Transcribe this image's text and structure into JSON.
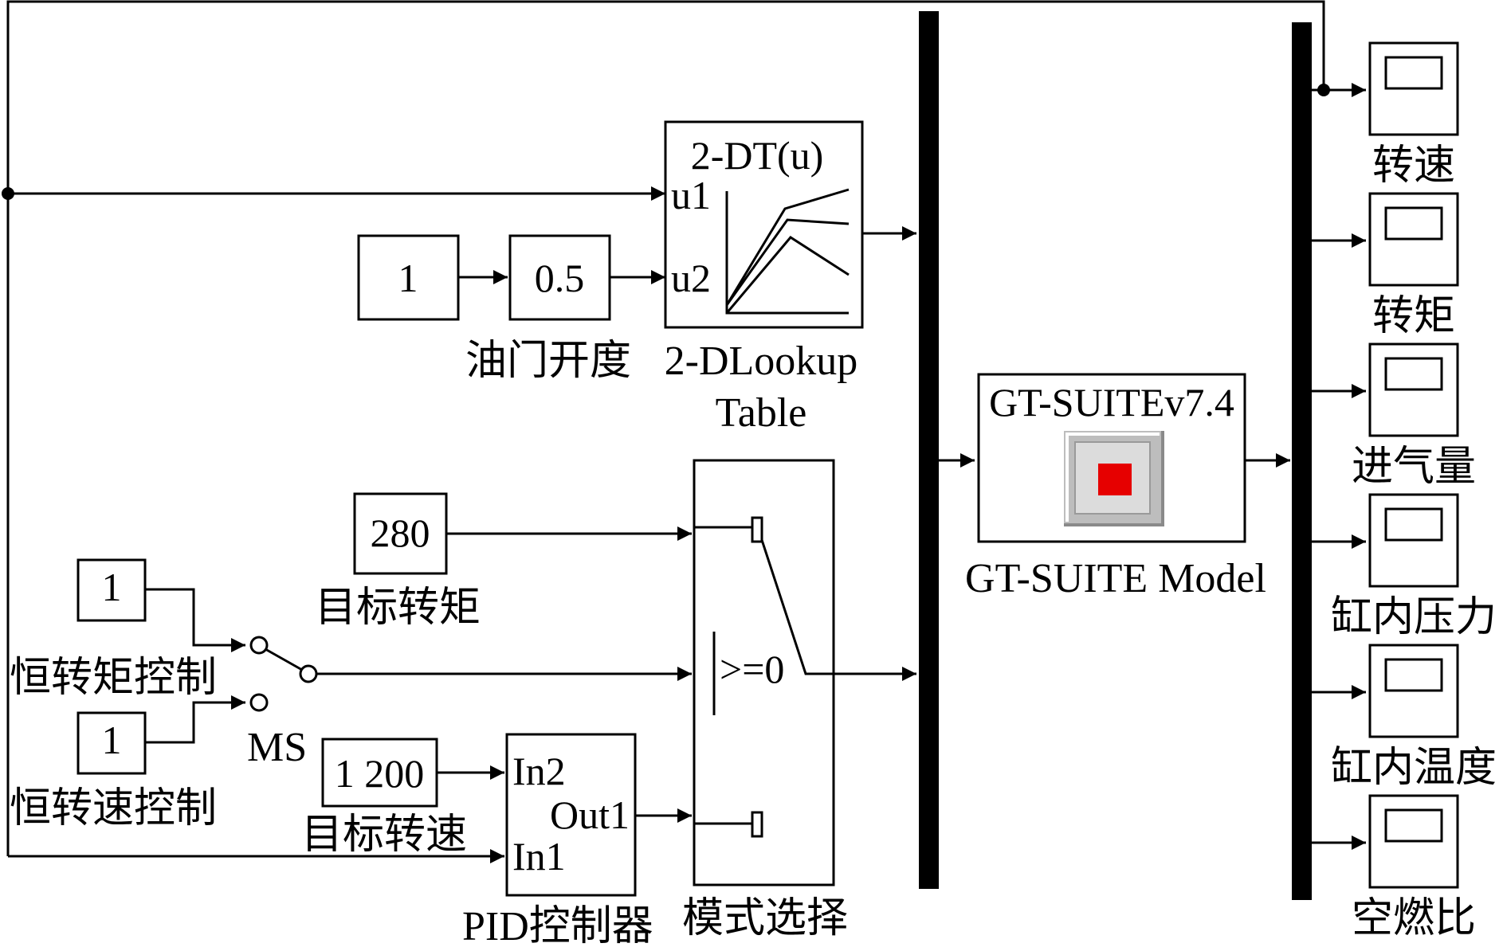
{
  "diagram": {
    "throttle": {
      "const_value": "1",
      "gain_value": "0.5",
      "label": "油门开度"
    },
    "lookup": {
      "title": "2-DT(u)",
      "in1": "u1",
      "in2": "u2",
      "label_line1": "2-DLookup",
      "label_line2": "Table"
    },
    "gt_suite": {
      "title": "GT-SUITEv7.4",
      "label": "GT-SUITE Model"
    },
    "target_torque": {
      "value": "280",
      "label": "目标转矩"
    },
    "const_torque_ctrl": {
      "value": "1",
      "label": "恒转矩控制"
    },
    "const_speed_ctrl": {
      "value": "1",
      "label": "恒转速控制"
    },
    "manual_switch": {
      "label": "MS"
    },
    "target_speed": {
      "value": "1 200",
      "label": "目标转速"
    },
    "pid": {
      "in2": "In2",
      "out1": "Out1",
      "in1": "In1",
      "label": "PID控制器"
    },
    "mode_switch": {
      "threshold": ">=0",
      "label": "模式选择"
    },
    "scopes": [
      {
        "label": "转速"
      },
      {
        "label": "转矩"
      },
      {
        "label": "进气量"
      },
      {
        "label": "缸内压力"
      },
      {
        "label": "缸内温度"
      },
      {
        "label": "空燃比"
      }
    ],
    "colors": {
      "stop_square": "#e60000",
      "stop_frame": "#bdbdbd",
      "line": "#000000"
    }
  }
}
